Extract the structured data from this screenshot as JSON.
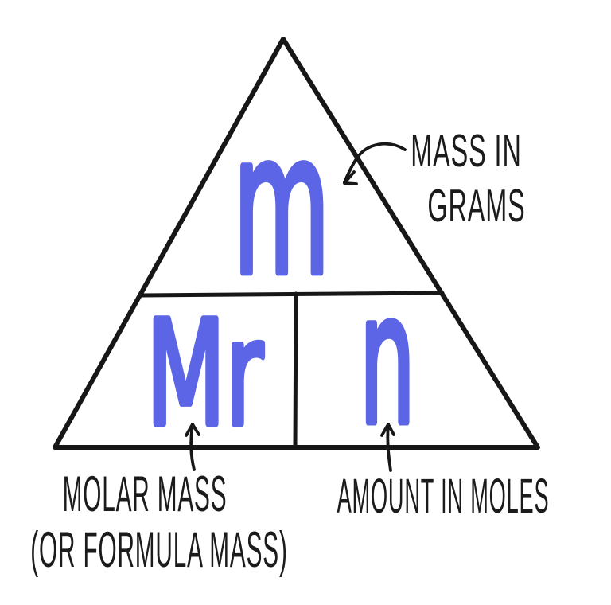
{
  "figure": {
    "type": "formula-triangle",
    "topic": "mass / molar mass / moles relationship",
    "colors": {
      "symbol_blue": "#5c65e6",
      "ink_black": "#171717",
      "background": "#ffffff"
    },
    "triangle": {
      "apex_symbol": "m",
      "bottom_left_symbol": "Mr",
      "bottom_right_symbol": "n"
    },
    "annotations": {
      "mass": {
        "line1": "MASS IN",
        "line2": "GRAMS",
        "points_to": "m"
      },
      "molar": {
        "line1": "MOLAR MASS",
        "line2": "(OR FORMULA MASS)",
        "points_to": "Mr"
      },
      "amount": {
        "text": "AMOUNT IN MOLES",
        "points_to": "n"
      }
    }
  }
}
